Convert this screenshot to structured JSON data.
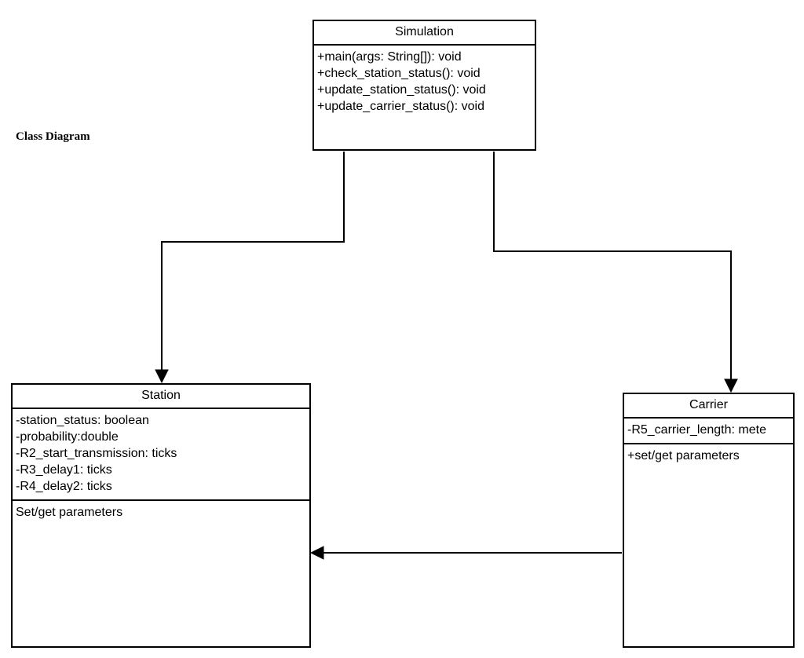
{
  "title": "Class Diagram",
  "classes": {
    "simulation": {
      "name": "Simulation",
      "methods": [
        "+main(args: String[]): void",
        "+check_station_status(): void",
        "+update_station_status(): void",
        "+update_carrier_status(): void"
      ]
    },
    "station": {
      "name": "Station",
      "attributes": [
        "-station_status: boolean",
        "-probability:double",
        "-R2_start_transmission: ticks",
        "-R3_delay1: ticks",
        "-R4_delay2: ticks"
      ],
      "methods": [
        "Set/get parameters"
      ]
    },
    "carrier": {
      "name": "Carrier",
      "attributes": [
        "-R5_carrier_length: mete"
      ],
      "methods": [
        "+set/get parameters"
      ]
    }
  },
  "connectors": [
    {
      "from": "Simulation",
      "to": "Station",
      "type": "directed-arrow"
    },
    {
      "from": "Simulation",
      "to": "Carrier",
      "type": "directed-arrow"
    },
    {
      "from": "Carrier",
      "to": "Station",
      "type": "directed-arrow"
    }
  ]
}
